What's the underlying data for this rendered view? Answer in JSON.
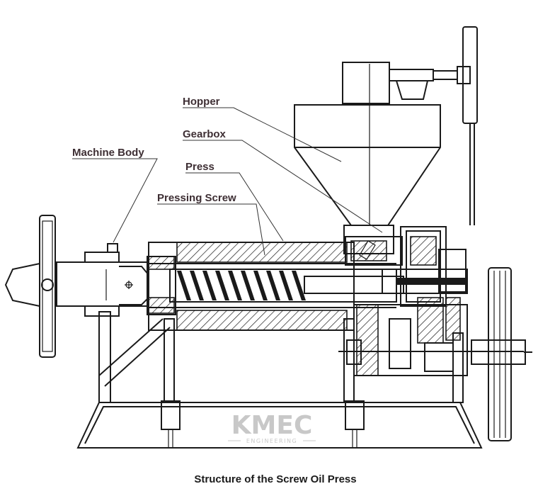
{
  "labels": {
    "hopper": "Hopper",
    "gearbox": "Gearbox",
    "machine_body": "Machine Body",
    "press": "Press",
    "pressing_screw": "Pressing Screw"
  },
  "caption": "Structure of the Screw Oil Press",
  "watermark": {
    "brand": "KMEC",
    "sub": "ENGINEERING"
  }
}
